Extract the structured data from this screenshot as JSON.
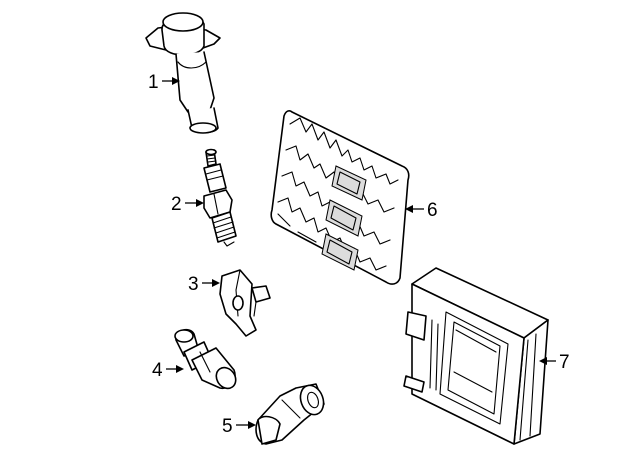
{
  "callouts": [
    {
      "number": "1",
      "part": "ignition-coil"
    },
    {
      "number": "2",
      "part": "spark-plug"
    },
    {
      "number": "3",
      "part": "camshaft-position-sensor"
    },
    {
      "number": "4",
      "part": "crankshaft-position-sensor"
    },
    {
      "number": "5",
      "part": "knock-sensor"
    },
    {
      "number": "6",
      "part": "engine-control-module"
    },
    {
      "number": "7",
      "part": "ecm-bracket"
    }
  ]
}
